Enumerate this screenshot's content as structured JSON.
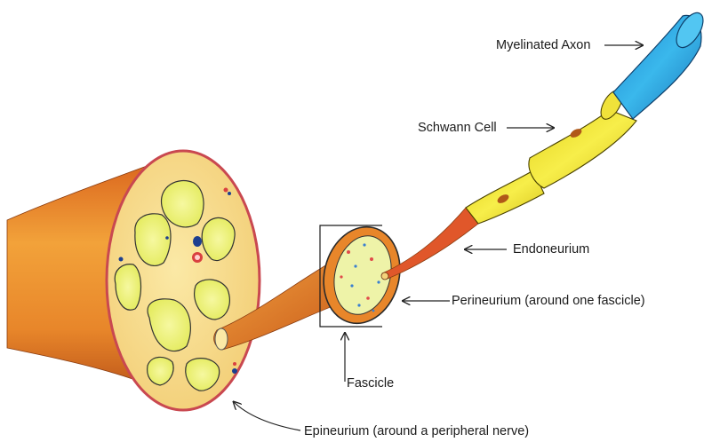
{
  "labels": {
    "myelinated_axon": "Myelinated Axon",
    "schwann_cell": "Schwann Cell",
    "endoneurium": "Endoneurium",
    "perineurium": "Perineurium (around one fascicle)",
    "fascicle": "Fascicle",
    "epineurium": "Epineurium (around a peripheral nerve)"
  },
  "colors": {
    "nerve_orange": "#e8862a",
    "nerve_dark": "#c2581a",
    "cross_section": "#f7dc8c",
    "fascicle_fill": "#eef06a",
    "epineurium_rim": "#c94850",
    "schwann_yellow": "#f2e531",
    "axon_blue": "#2aa6e0",
    "endoneurium_red": "#e0572a"
  }
}
